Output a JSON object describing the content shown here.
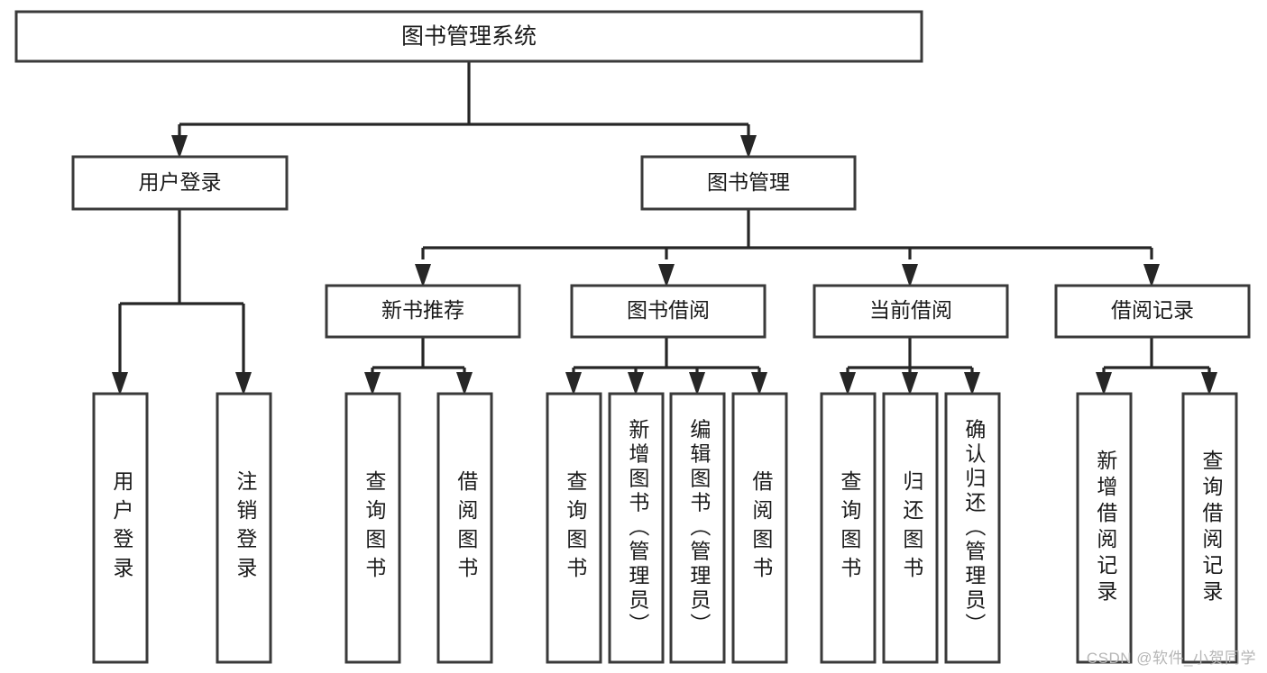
{
  "diagram": {
    "type": "tree",
    "title": "图书管理系统",
    "watermark": "CSDN @软件_小贺同学",
    "root": {
      "id": "root",
      "label": "图书管理系统",
      "orientation": "horizontal"
    },
    "level1": [
      {
        "id": "user-login",
        "label": "用户登录",
        "orientation": "horizontal"
      },
      {
        "id": "book-manage",
        "label": "图书管理",
        "orientation": "horizontal"
      }
    ],
    "level2": [
      {
        "id": "new-book-recommend",
        "label": "新书推荐",
        "orientation": "horizontal",
        "parent": "book-manage"
      },
      {
        "id": "book-borrow",
        "label": "图书借阅",
        "orientation": "horizontal",
        "parent": "book-manage"
      },
      {
        "id": "current-borrow",
        "label": "当前借阅",
        "orientation": "horizontal",
        "parent": "book-manage"
      },
      {
        "id": "borrow-record",
        "label": "借阅记录",
        "orientation": "horizontal",
        "parent": "book-manage"
      }
    ],
    "leaves": [
      {
        "id": "leaf-user-login",
        "label": "用户登录",
        "orientation": "vertical",
        "parent": "user-login"
      },
      {
        "id": "leaf-user-logout",
        "label": "注销登录",
        "orientation": "vertical",
        "parent": "user-login"
      },
      {
        "id": "leaf-query-book-1",
        "label": "查询图书",
        "orientation": "vertical",
        "parent": "new-book-recommend"
      },
      {
        "id": "leaf-borrow-book-1",
        "label": "借阅图书",
        "orientation": "vertical",
        "parent": "new-book-recommend"
      },
      {
        "id": "leaf-query-book-2",
        "label": "查询图书",
        "orientation": "vertical",
        "parent": "book-borrow"
      },
      {
        "id": "leaf-add-book",
        "label": "新增图书（管理员）",
        "orientation": "vertical",
        "parent": "book-borrow"
      },
      {
        "id": "leaf-edit-book",
        "label": "编辑图书（管理员）",
        "orientation": "vertical",
        "parent": "book-borrow"
      },
      {
        "id": "leaf-borrow-book-2",
        "label": "借阅图书",
        "orientation": "vertical",
        "parent": "book-borrow"
      },
      {
        "id": "leaf-query-book-3",
        "label": "查询图书",
        "orientation": "vertical",
        "parent": "current-borrow"
      },
      {
        "id": "leaf-return-book",
        "label": "归还图书",
        "orientation": "vertical",
        "parent": "current-borrow"
      },
      {
        "id": "leaf-confirm-return",
        "label": "确认归还（管理员）",
        "orientation": "vertical",
        "parent": "current-borrow"
      },
      {
        "id": "leaf-add-record",
        "label": "新增借阅记录",
        "orientation": "vertical",
        "parent": "borrow-record"
      },
      {
        "id": "leaf-query-record",
        "label": "查询借阅记录",
        "orientation": "vertical",
        "parent": "borrow-record"
      }
    ],
    "colors": {
      "box_stroke": "#3a3a3a",
      "box_fill": "#ffffff",
      "connector": "#262626",
      "text": "#1a1a1a",
      "watermark": "#b6b6b6",
      "background": "#ffffff"
    }
  }
}
